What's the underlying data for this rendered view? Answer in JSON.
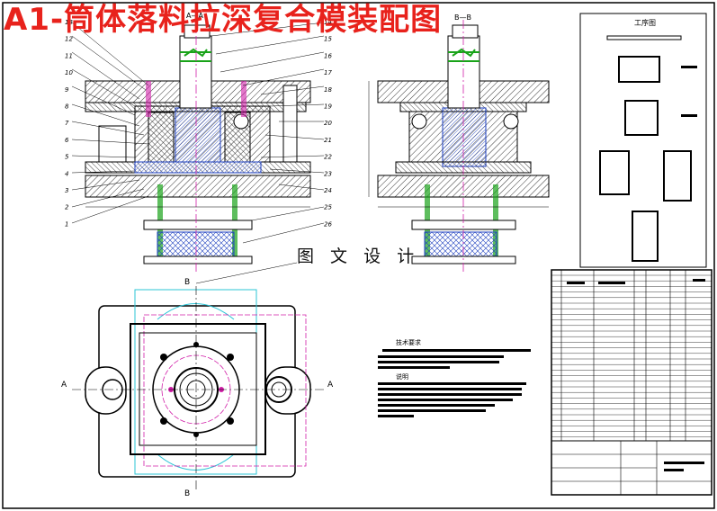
{
  "title": "A1-筒体落料拉深复合模装配图",
  "watermark": "图 文 设 计",
  "process_panel": {
    "title": "工序图"
  },
  "views": {
    "section_aa": "A—A",
    "section_bb": "B—B",
    "plan_a_left": "A",
    "plan_a_right": "A",
    "plan_b_top": "B",
    "plan_b_bottom": "B"
  },
  "part_numbers_left": [
    "13",
    "12",
    "11",
    "10",
    "9",
    "8",
    "7",
    "6",
    "5",
    "4",
    "3",
    "2",
    "1"
  ],
  "part_numbers_right": [
    "14",
    "15",
    "16",
    "17",
    "18",
    "19",
    "20",
    "21",
    "22",
    "23",
    "24",
    "25",
    "26"
  ],
  "notes": {
    "tech_req": "技术要求",
    "notes": "说明"
  },
  "colors": {
    "title": "#e8221c",
    "green": "#19a319",
    "magenta": "#d11fa8",
    "cyan": "#2bc4d6",
    "blue": "#1d3fbf",
    "line": "#000000"
  }
}
